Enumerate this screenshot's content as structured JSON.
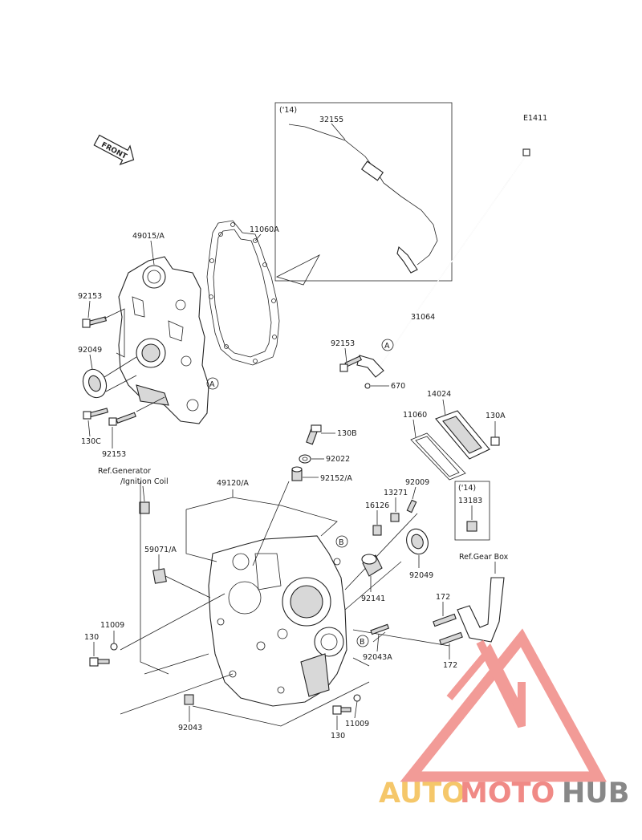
{
  "diagram": {
    "code": "E1411",
    "front_label": "FRONT",
    "inset_year_1": "('14)",
    "inset_year_2": "('14)",
    "ref_generator": "Ref.Generator",
    "ref_ignition": "/Ignition Coil",
    "ref_gearbox": "Ref.Gear Box",
    "callout_a": "A",
    "callout_b": "B",
    "parts": {
      "p32155": "32155",
      "p11060A": "11060A",
      "p49015A": "49015/A",
      "p92153a": "92153",
      "p92049a": "92049",
      "p130C": "130C",
      "p92153b": "92153",
      "p31064": "31064",
      "p92153c": "92153",
      "p670": "670",
      "p14024": "14024",
      "p11060": "11060",
      "p130A": "130A",
      "p130B": "130B",
      "p92022": "92022",
      "p92152A": "92152/A",
      "p49120A": "49120/A",
      "p92009": "92009",
      "p13271": "13271",
      "p16126": "16126",
      "p13183": "13183",
      "p59071A": "59071/A",
      "p92049b": "92049",
      "p92141": "92141",
      "p172a": "172",
      "p172b": "172",
      "p11009a": "11009",
      "p130a": "130",
      "p92043A": "92043A",
      "p92043": "92043",
      "p130b": "130",
      "p11009b": "11009"
    }
  },
  "watermark": {
    "part1": "AUTO",
    "part2": "MOTO",
    "part3": "HUB",
    "color1": "#f5c76a",
    "color2": "#f08a86",
    "color3": "#888888"
  }
}
